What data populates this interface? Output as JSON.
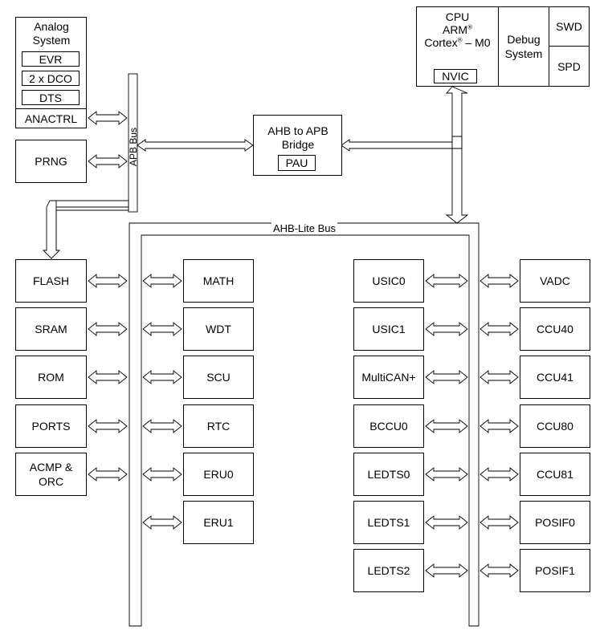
{
  "analog": {
    "title": "Analog System",
    "items": [
      "EVR",
      "2 x DCO",
      "DTS"
    ],
    "anactrl": "ANACTRL"
  },
  "prng": "PRNG",
  "apb_bus": "APB Bus",
  "ahb_bus": "AHB-Lite Bus",
  "bridge": {
    "title": "AHB to APB Bridge",
    "pau": "PAU"
  },
  "cpu": {
    "line1": "CPU",
    "line2": "ARM",
    "line3": "Cortex",
    "line4": "– M0",
    "reg": "®",
    "nvic": "NVIC"
  },
  "debug": "Debug System",
  "swd": "SWD",
  "spd": "SPD",
  "left_col": [
    "FLASH",
    "SRAM",
    "ROM",
    "PORTS",
    "ACMP & ORC"
  ],
  "mid_left_col": [
    "MATH",
    "WDT",
    "SCU",
    "RTC",
    "ERU0",
    "ERU1"
  ],
  "mid_right_col": [
    "USIC0",
    "USIC1",
    "MultiCAN+",
    "BCCU0",
    "LEDTS0",
    "LEDTS1",
    "LEDTS2"
  ],
  "right_col": [
    "VADC",
    "CCU40",
    "CCU41",
    "CCU80",
    "CCU81",
    "POSIF0",
    "POSIF1"
  ]
}
